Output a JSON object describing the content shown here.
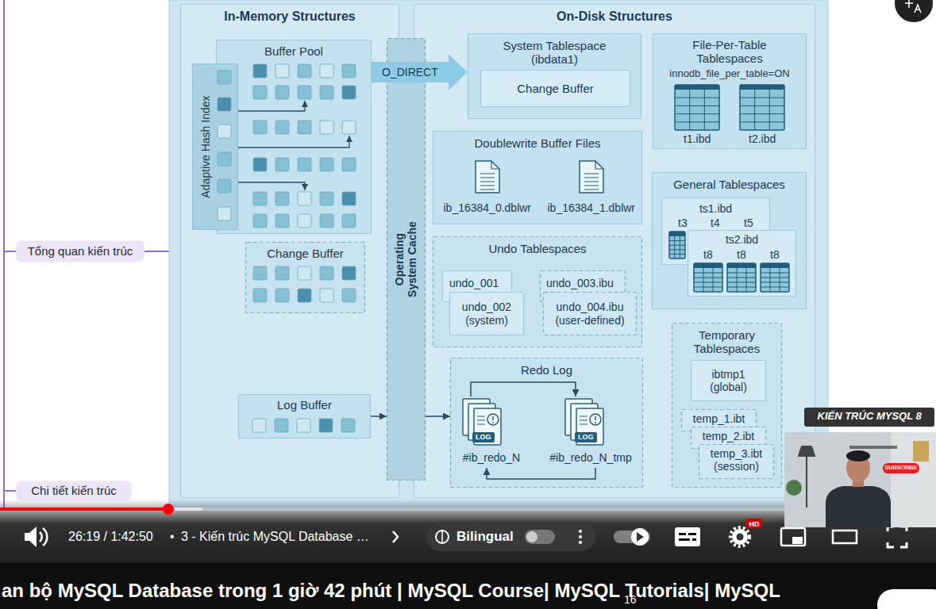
{
  "diagram": {
    "nodes": [
      {
        "text": [
          "In-Memory Structures"
        ]
      },
      {
        "text": [
          "Buffer Pool"
        ],
        "in": 0
      },
      {
        "text": [
          "Adaptive Hash Index"
        ],
        "in": 0
      },
      {
        "text": [
          "Change Buffer"
        ],
        "in": 0
      },
      {
        "text": [
          "Log Buffer"
        ],
        "in": 0
      },
      {
        "text": [
          "Operating System Cache"
        ]
      },
      {
        "text": [
          "On-Disk Structures"
        ]
      },
      {
        "text": [
          "System Tablespace (ibdata1)"
        ],
        "in": 6
      },
      {
        "text": [
          "Change Buffer"
        ],
        "in": 7
      },
      {
        "text": [
          "File-Per-Table Tablespaces",
          "innodb_file_per_table=ON"
        ],
        "in": 6
      },
      {
        "text": [
          "Doublewrite Buffer Files"
        ],
        "in": 6
      },
      {
        "text": [
          "General Tablespaces"
        ],
        "in": 6
      },
      {
        "text": [
          "ts1.ibd"
        ],
        "in": 11
      },
      {
        "text": [
          "ts2.ibd"
        ],
        "in": 11
      },
      {
        "text": [
          "Undo Tablespaces"
        ],
        "in": 6
      },
      {
        "text": [
          "undo_001"
        ],
        "in": 14
      },
      {
        "text": [
          "undo_002 (system)"
        ],
        "in": 14
      },
      {
        "text": [
          "undo_003.ibu"
        ],
        "in": 14
      },
      {
        "text": [
          "undo_004.ibu (user-defined)"
        ],
        "in": 14
      },
      {
        "text": [
          "Temporary Tablespaces"
        ],
        "in": 6
      },
      {
        "text": [
          "ibtmp1 (global)"
        ],
        "in": 19
      },
      {
        "text": [
          "temp_1.ibt"
        ],
        "in": 19
      },
      {
        "text": [
          "temp_2.ibt"
        ],
        "in": 19
      },
      {
        "text": [
          "temp_3.ibt (session)"
        ],
        "in": 19
      },
      {
        "text": [
          "Redo Log"
        ],
        "in": 6
      },
      {
        "text": [
          "#ib_redo_N"
        ],
        "in": 24
      },
      {
        "text": [
          "#ib_redo_N_tmp"
        ],
        "in": 24
      },
      {
        "text": [
          "Tổng quan kiến trúc"
        ]
      },
      {
        "text": [
          "Chi tiết kiến trúc"
        ]
      }
    ],
    "edges": [
      {
        "from": 1,
        "to": 7,
        "arrow": "to",
        "label": "O_DIRECT"
      },
      {
        "from": 4,
        "to": 5,
        "arrow": "to"
      },
      {
        "from": 5,
        "to": 24,
        "arrow": "to"
      },
      {
        "from": 25,
        "to": 26,
        "arrow": "to"
      },
      {
        "from": 26,
        "to": 25,
        "arrow": "to"
      }
    ],
    "labels": [
      "t1.ibd",
      "t2.ibd",
      "ib_16384_0.dblwr",
      "ib_16384_1.dblwr",
      "t3",
      "t4",
      "t5",
      "t8",
      "t8",
      "t8",
      "LOG",
      "LOG",
      "KIẾN TRÚC MYSQL 8",
      "SUBSCRIBE",
      "26:19 / 1:42:50",
      "•",
      "3 - Kiến trúc MySQL Database …",
      "Bilingual",
      "HD",
      "an bộ MySQL Database trong 1 giờ 42 phút | MySQL Course| MySQL Tutorials| MySQL",
      "16"
    ]
  }
}
